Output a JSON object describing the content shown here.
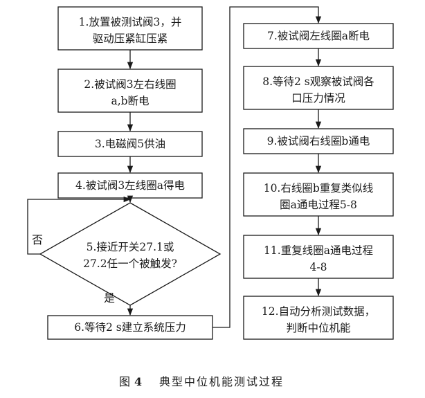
{
  "steps": {
    "s1": [
      "1.放置被测试阀3，并",
      "驱动压紧缸压紧"
    ],
    "s2": [
      "2.被试阀3左右线圈",
      "a,b断电"
    ],
    "s3": [
      "3.电磁阀5供油"
    ],
    "s4": [
      "4.被试阀3左线圈a得电"
    ],
    "s5": [
      "5.接近开关27.1或",
      "27.2任一个被触发?"
    ],
    "s6": [
      "6.等待2 s建立系统压力"
    ],
    "s7": [
      "7.被试阀左线圈a断电"
    ],
    "s8": [
      "8.等待2 s观察被试阀各",
      "口压力情况"
    ],
    "s9": [
      "9.被试阀右线圈b通电"
    ],
    "s10": [
      "10.右线圈b重复类似线",
      "圈a通电过程5-8"
    ],
    "s11": [
      "11.重复线圈a通电过程",
      "4-8"
    ],
    "s12": [
      "12.自动分析测试数据，",
      "判断中位机能"
    ]
  },
  "labels": {
    "no": "否",
    "yes": "是"
  },
  "caption": {
    "prefix": "图",
    "number": "4",
    "title": "典型中位机能测试过程"
  }
}
